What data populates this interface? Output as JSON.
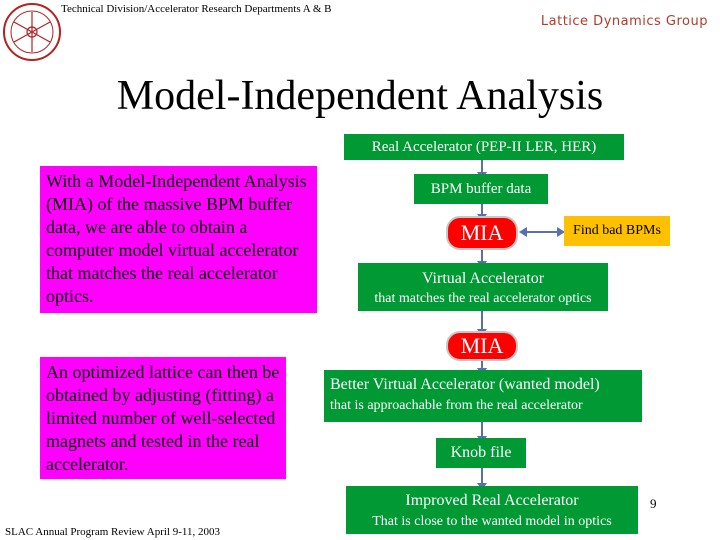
{
  "header": {
    "departments": "Technical Division/Accelerator Research Departments A & B",
    "group": "Lattice Dynamics Group"
  },
  "title": "Model-Independent Analysis",
  "left_blocks": [
    "With a Model-Independent Analysis (MIA) of the massive BPM buffer data, we are able to obtain a computer model virtual accelerator that matches the real accelerator optics.",
    "An optimized lattice can then be obtained by adjusting (fitting) a limited number of well-selected magnets and tested in the real accelerator."
  ],
  "flow": {
    "real_accelerator": "Real Accelerator (PEP-II LER, HER)",
    "bpm_buffer": "BPM buffer data",
    "mia1": "MIA",
    "find_bad": "Find bad BPMs",
    "virtual_title": "Virtual Accelerator",
    "virtual_sub": "that matches the real accelerator optics",
    "mia2": "MIA",
    "better_title": "Better Virtual Accelerator (wanted model)",
    "better_sub": "that is approachable from the real accelerator",
    "knob": "Knob file",
    "improved_title": "Improved Real Accelerator",
    "improved_sub": "That is close to the wanted model in optics"
  },
  "footer": "SLAC Annual Program Review April 9-11, 2003",
  "page_number": "9",
  "colors": {
    "pink": "#ff00ff",
    "green": "#009933",
    "red": "#ff0000",
    "yellow": "#ffc000",
    "group_text": "#b23b2c"
  }
}
